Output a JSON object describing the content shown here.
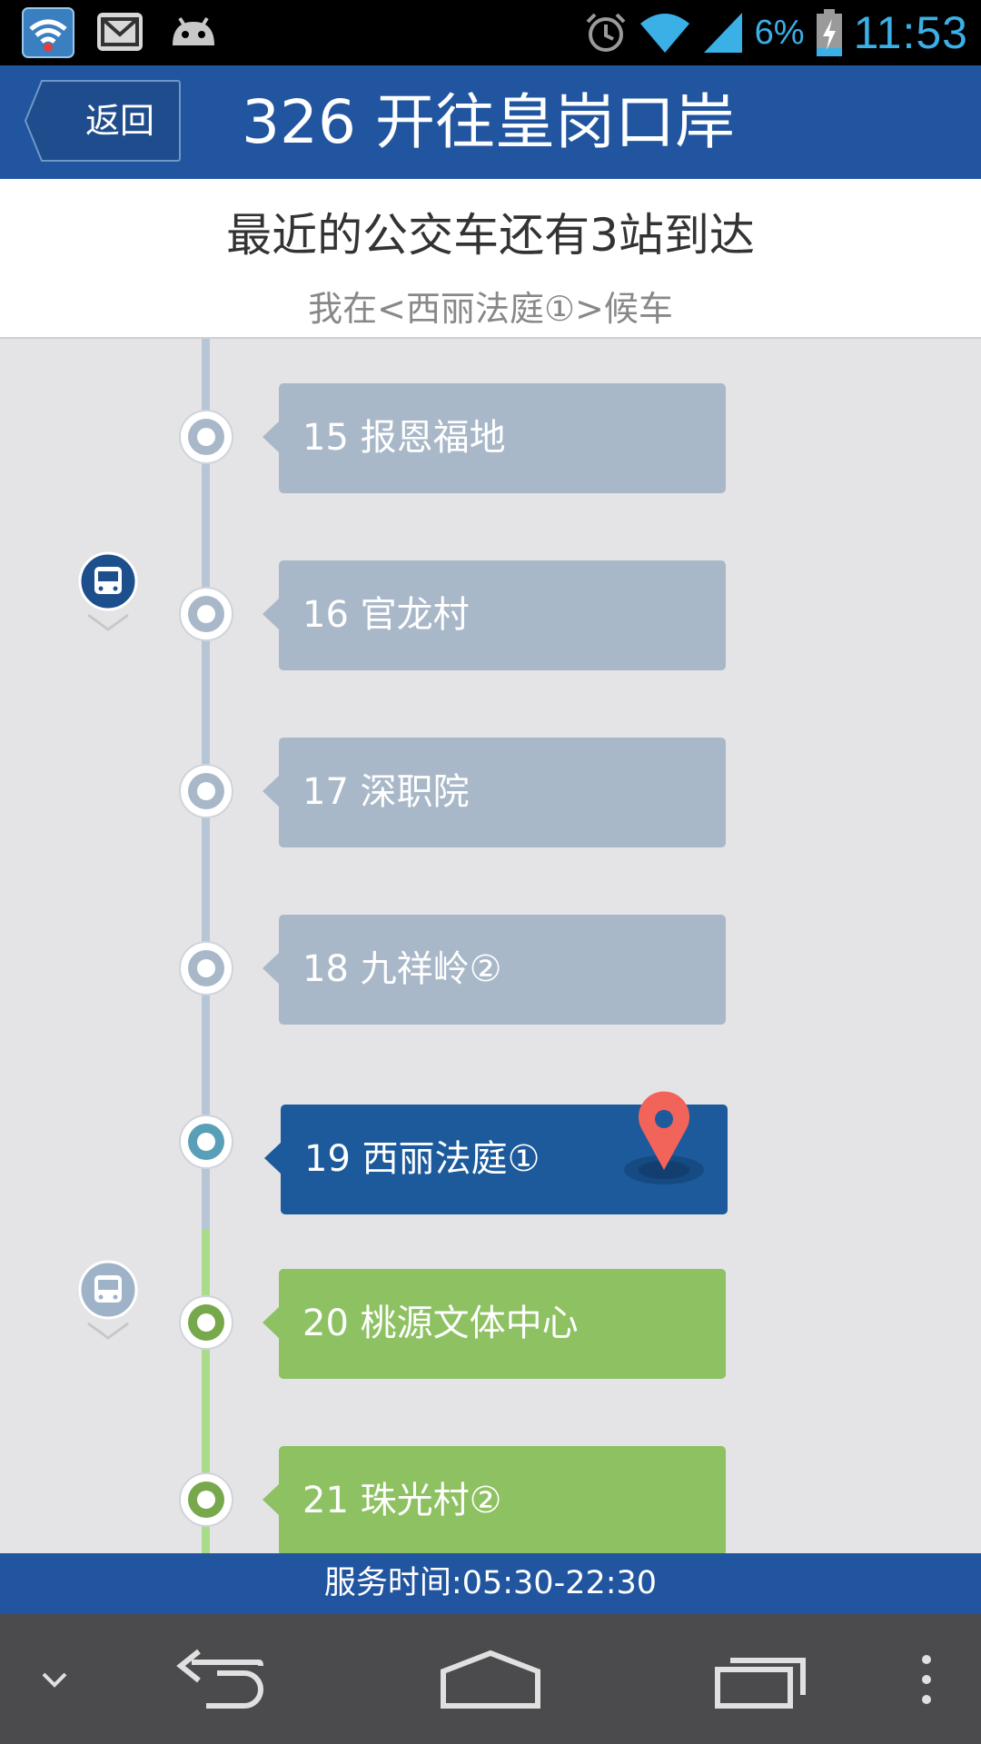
{
  "status_bar": {
    "left_icons": [
      "wifi-alert-icon",
      "mail-icon",
      "android-icon"
    ],
    "right_icons": [
      "alarm-icon",
      "wifi-icon",
      "signal-icon",
      "battery-charging-icon"
    ],
    "battery": "6%",
    "time": "11:53",
    "color": "#3ab0e6"
  },
  "header": {
    "back_label": "返回",
    "title": "326 开往皇岗口岸",
    "color": "#2255a0"
  },
  "info": {
    "main": "最近的公交车还有3站到达",
    "sub": "我在<西丽法庭①>候车"
  },
  "stops": [
    {
      "label": "15 报恩福地",
      "state": "passed",
      "bus": null
    },
    {
      "label": "16 官龙村",
      "state": "passed",
      "bus": "arriving"
    },
    {
      "label": "17 深职院",
      "state": "passed",
      "bus": null
    },
    {
      "label": "18 九祥岭②",
      "state": "passed",
      "bus": null
    },
    {
      "label": "19 西丽法庭①",
      "state": "current",
      "bus": null,
      "marker": "location-pin-icon"
    },
    {
      "label": "20 桃源文体中心",
      "state": "upcoming",
      "bus": "departed"
    },
    {
      "label": "21 珠光村②",
      "state": "upcoming",
      "bus": null
    }
  ],
  "colors": {
    "passed": "#a9b8c8",
    "current": "#1c5a9c",
    "upcoming": "#8dc162",
    "pin": "#f2635a"
  },
  "footer": {
    "service_hours": "服务时间:05:30-22:30"
  },
  "nav_bar": {
    "buttons": [
      "chevron-down-icon",
      "back-icon",
      "home-icon",
      "recent-apps-icon",
      "overflow-menu-icon"
    ]
  }
}
